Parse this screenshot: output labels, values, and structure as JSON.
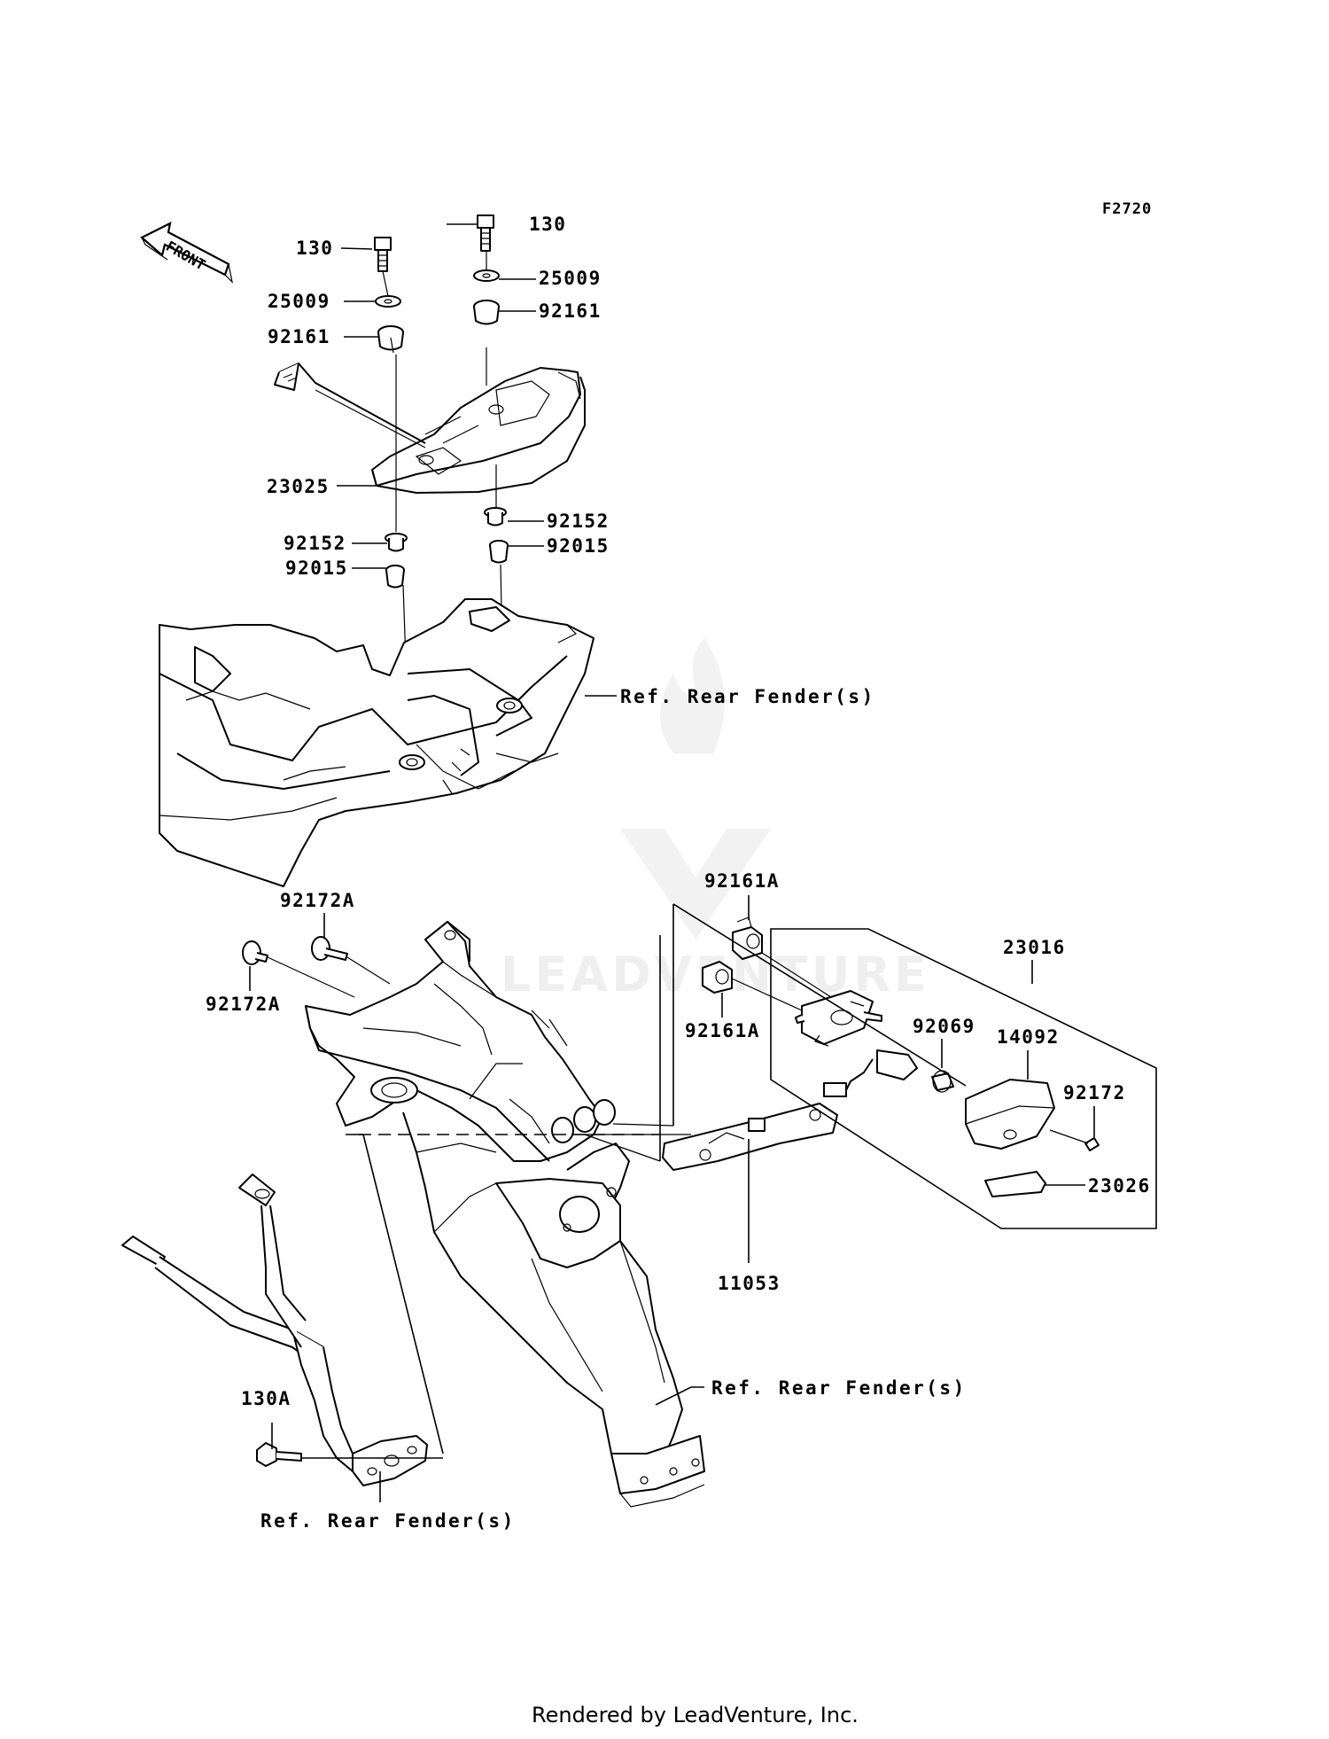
{
  "diagram_code": "F2720",
  "front_indicator": "FRONT",
  "watermark": "LEADVENTURE",
  "footer": "Rendered by LeadVenture, Inc.",
  "labels": {
    "p130_left": "130",
    "p130_right": "130",
    "p25009_left": "25009",
    "p25009_right": "25009",
    "p92161_left": "92161",
    "p92161_right": "92161",
    "p23025": "23025",
    "p92152_right": "92152",
    "p92152_left": "92152",
    "p92015_right": "92015",
    "p92015_left": "92015",
    "ref_fender_top": "Ref. Rear Fender(s)",
    "p92172A_top": "92172A",
    "p92172A_bottom": "92172A",
    "p92161A_top": "92161A",
    "p92161A_bottom": "92161A",
    "p23016": "23016",
    "p92069": "92069",
    "p14092": "14092",
    "p92172": "92172",
    "p23026": "23026",
    "p11053": "11053",
    "ref_fender_mid": "Ref. Rear Fender(s)",
    "p130A": "130A",
    "ref_fender_bottom": "Ref. Rear Fender(s)"
  }
}
